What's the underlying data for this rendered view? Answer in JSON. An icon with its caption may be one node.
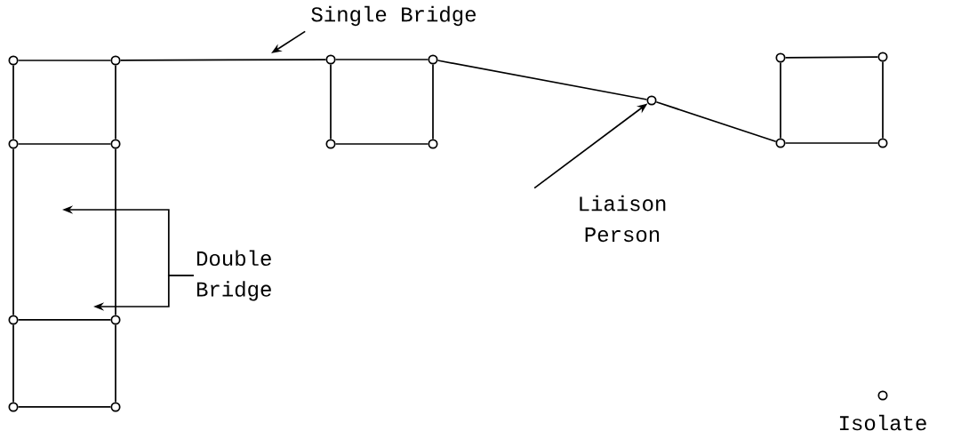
{
  "diagram": {
    "nodes": [
      {
        "text": [],
        "shape": "circle"
      },
      {
        "text": [],
        "shape": "circle"
      },
      {
        "text": [],
        "shape": "circle"
      },
      {
        "text": [],
        "shape": "circle"
      },
      {
        "text": [],
        "shape": "circle"
      },
      {
        "text": [],
        "shape": "circle"
      },
      {
        "text": [],
        "shape": "circle"
      },
      {
        "text": [],
        "shape": "circle"
      },
      {
        "text": [],
        "shape": "circle"
      },
      {
        "text": [],
        "shape": "circle"
      },
      {
        "text": [],
        "shape": "circle"
      },
      {
        "text": [],
        "shape": "circle"
      },
      {
        "text": [],
        "shape": "circle"
      },
      {
        "text": [],
        "shape": "circle"
      },
      {
        "text": [],
        "shape": "circle"
      },
      {
        "text": [],
        "shape": "circle"
      },
      {
        "text": [],
        "shape": "circle"
      },
      {
        "text": [],
        "shape": "circle",
        "beside": [
          "Isolate"
        ]
      },
      {
        "text": [
          "Single Bridge"
        ]
      },
      {
        "text": [
          "Liaison Person"
        ]
      },
      {
        "text": [
          "Double Bridge"
        ]
      }
    ],
    "edges": [
      {
        "from": 0,
        "to": 1,
        "arrow": "none"
      },
      {
        "from": 0,
        "to": 2,
        "arrow": "none"
      },
      {
        "from": 1,
        "to": 3,
        "arrow": "none"
      },
      {
        "from": 2,
        "to": 3,
        "arrow": "none"
      },
      {
        "from": 2,
        "to": 4,
        "arrow": "none"
      },
      {
        "from": 3,
        "to": 5,
        "arrow": "none"
      },
      {
        "from": 4,
        "to": 5,
        "arrow": "none"
      },
      {
        "from": 4,
        "to": 6,
        "arrow": "none"
      },
      {
        "from": 5,
        "to": 7,
        "arrow": "none"
      },
      {
        "from": 6,
        "to": 7,
        "arrow": "none"
      },
      {
        "from": 1,
        "to": 8,
        "arrow": "none"
      },
      {
        "from": 8,
        "to": 9,
        "arrow": "none"
      },
      {
        "from": 8,
        "to": 10,
        "arrow": "none"
      },
      {
        "from": 9,
        "to": 11,
        "arrow": "none"
      },
      {
        "from": 10,
        "to": 11,
        "arrow": "none"
      },
      {
        "from": 9,
        "to": 12,
        "arrow": "none"
      },
      {
        "from": 12,
        "to": 15,
        "arrow": "none"
      },
      {
        "from": 13,
        "to": 14,
        "arrow": "none"
      },
      {
        "from": 13,
        "to": 15,
        "arrow": "none"
      },
      {
        "from": 14,
        "to": 16,
        "arrow": "none"
      },
      {
        "from": 15,
        "to": 16,
        "arrow": "none"
      },
      {
        "from": 18,
        "to": null,
        "arrow": "to"
      },
      {
        "from": 19,
        "to": 12,
        "arrow": "to"
      },
      {
        "from": 20,
        "to": null,
        "arrow": "to"
      },
      {
        "from": 20,
        "to": null,
        "arrow": "to"
      }
    ]
  }
}
